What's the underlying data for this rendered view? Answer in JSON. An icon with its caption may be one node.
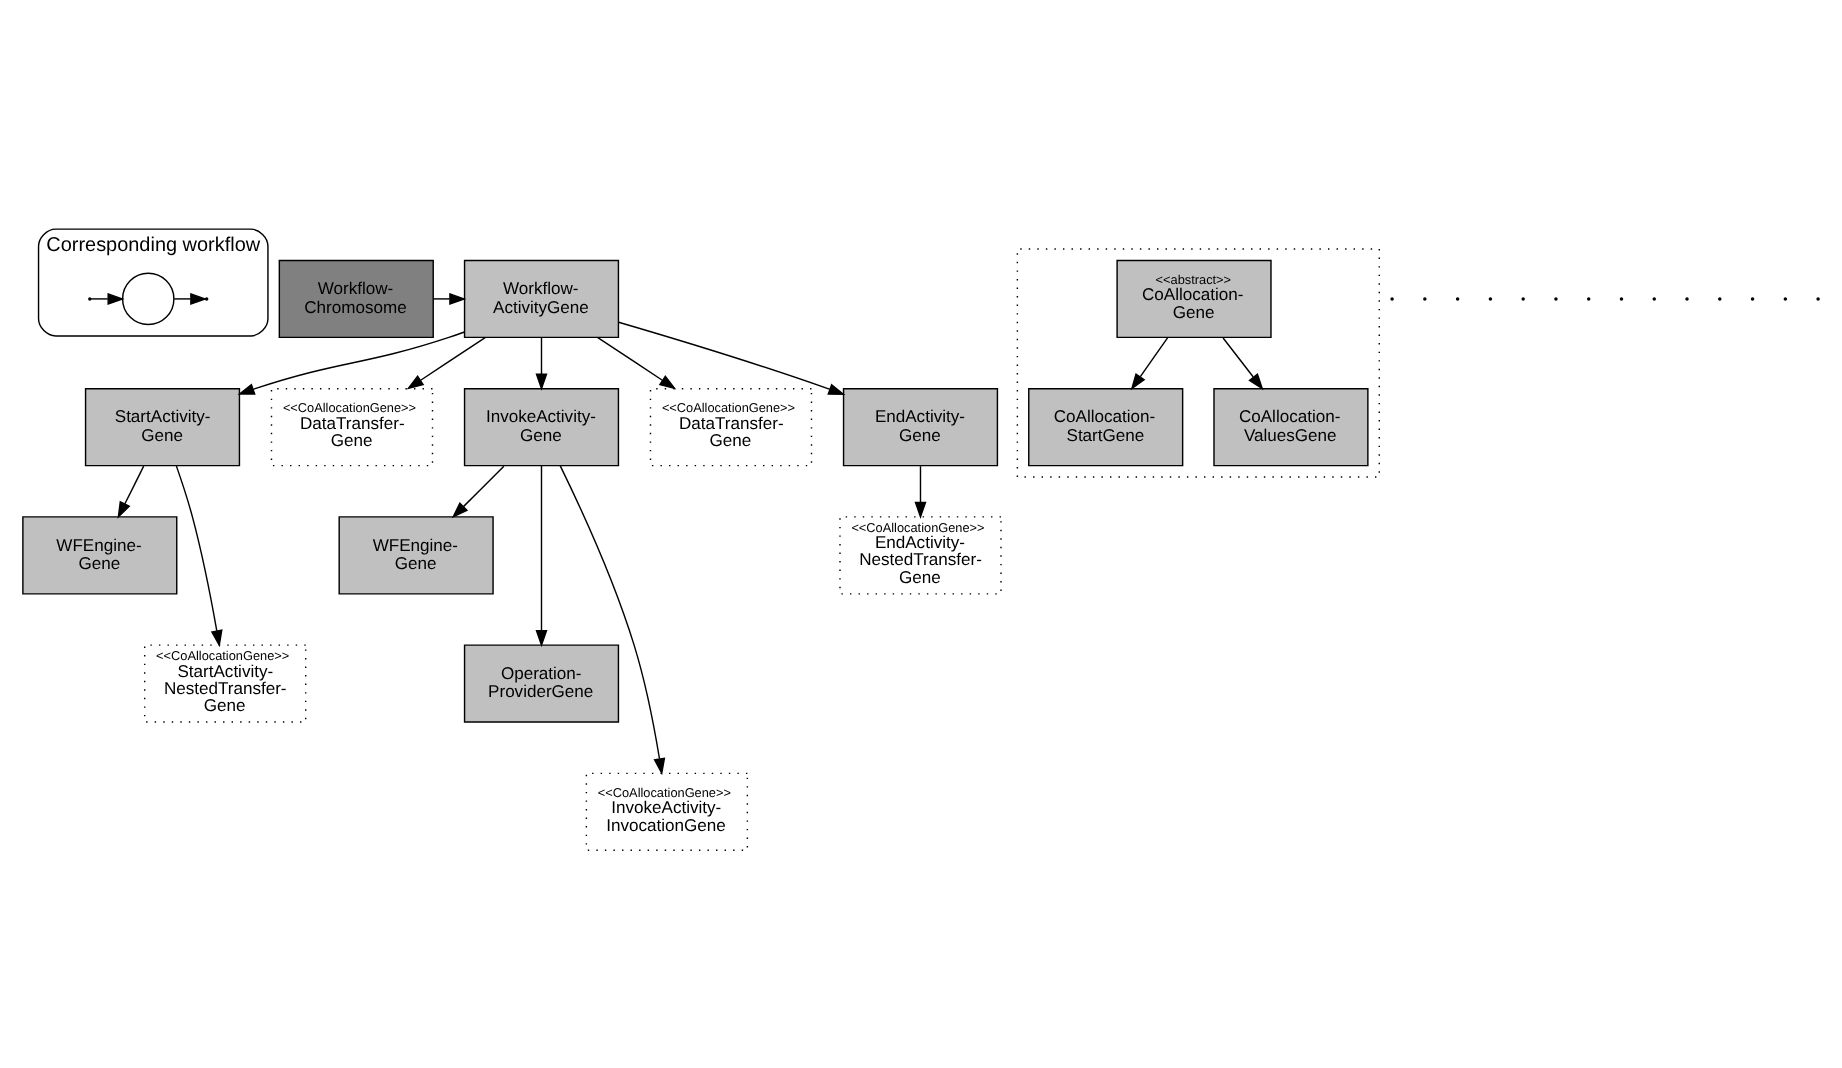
{
  "diagram": {
    "nodes": [
      {
        "text": [
          "Corresponding workflow"
        ]
      },
      {
        "text": [],
        "shape": "circle",
        "in": 0
      },
      {
        "text": [
          "Workflow-Chromosome"
        ]
      },
      {
        "text": [
          "Workflow-ActivityGene"
        ]
      },
      {
        "text": [
          "StartActivity-Gene"
        ]
      },
      {
        "text": [
          "<<CoAllocationGene>>",
          "DataTransfer-Gene"
        ]
      },
      {
        "text": [
          "InvokeActivity-Gene"
        ]
      },
      {
        "text": [
          "<<CoAllocationGene>>",
          "DataTransfer-Gene"
        ]
      },
      {
        "text": [
          "EndActivity-Gene"
        ]
      },
      {
        "text": [
          "WFEngine-Gene"
        ]
      },
      {
        "text": [
          "<<CoAllocationGene>>",
          "StartActivity-NestedTransfer-Gene"
        ]
      },
      {
        "text": [
          "WFEngine-Gene"
        ]
      },
      {
        "text": [
          "Operation-ProviderGene"
        ]
      },
      {
        "text": [
          "<<CoAllocationGene>>",
          "EndActivity-NestedTransfer-Gene"
        ]
      },
      {
        "text": [
          "<<CoAllocationGene>>",
          "InvokeActivity-InvocationGene"
        ]
      },
      {
        "text": [],
        "shape": "box"
      },
      {
        "text": [
          "<<abstract>>",
          "CoAllocation-Gene"
        ],
        "in": 15
      },
      {
        "text": [
          "CoAllocation-StartGene"
        ],
        "in": 15
      },
      {
        "text": [
          "CoAllocation-ValuesGene"
        ],
        "in": 15
      }
    ],
    "edges": [
      {
        "from": null,
        "to": 1,
        "arrow": "to"
      },
      {
        "from": 1,
        "to": null,
        "arrow": "to"
      },
      {
        "from": 2,
        "to": 3,
        "arrow": "to"
      },
      {
        "from": 3,
        "to": 4,
        "arrow": "to"
      },
      {
        "from": 3,
        "to": 5,
        "arrow": "to"
      },
      {
        "from": 3,
        "to": 6,
        "arrow": "to"
      },
      {
        "from": 3,
        "to": 7,
        "arrow": "to"
      },
      {
        "from": 3,
        "to": 8,
        "arrow": "to"
      },
      {
        "from": 4,
        "to": 9,
        "arrow": "to"
      },
      {
        "from": 4,
        "to": 10,
        "arrow": "to"
      },
      {
        "from": 6,
        "to": 11,
        "arrow": "to"
      },
      {
        "from": 6,
        "to": 12,
        "arrow": "to"
      },
      {
        "from": 6,
        "to": 14,
        "arrow": "to"
      },
      {
        "from": 8,
        "to": 13,
        "arrow": "to"
      },
      {
        "from": 16,
        "to": 17,
        "arrow": "to"
      },
      {
        "from": 16,
        "to": 18,
        "arrow": "to"
      }
    ]
  }
}
